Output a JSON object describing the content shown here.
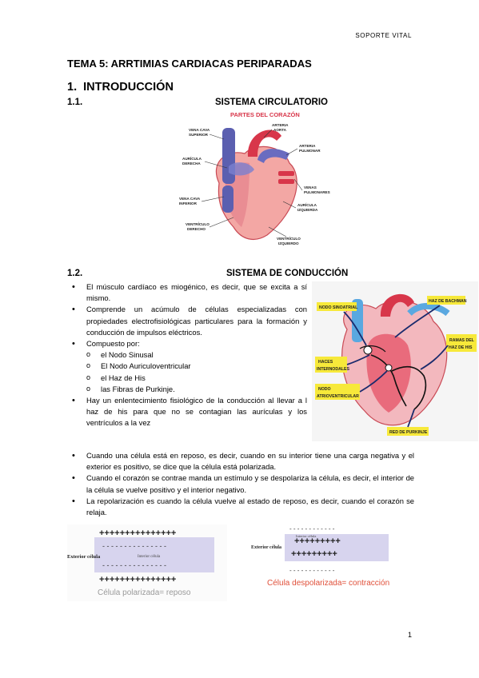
{
  "header": "SOPORTE VITAL",
  "title": "TEMA 5: ARRTIMIAS CARDIACAS PERIPARADAS",
  "section1": {
    "number": "1.",
    "title": "INTRODUCCIÓN"
  },
  "sub11": {
    "number": "1.1.",
    "title": "SISTEMA CIRCULATORIO"
  },
  "heart_fig": {
    "title": "PARTES DEL CORAZÓN",
    "labels": {
      "vena_cava_sup_1": "VENA CAVA",
      "vena_cava_sup_2": "SUPERIOR",
      "arteria_aorta_1": "ARTERIA",
      "arteria_aorta_2": "AORTA",
      "arteria_pulm_1": "ARTERIA",
      "arteria_pulm_2": "PULMONAR",
      "auricula_der_1": "AURÍCULA",
      "auricula_der_2": "DERECHA",
      "venas_pulm_1": "VENAS",
      "venas_pulm_2": "PULMONARES",
      "vena_cava_inf_1": "VENA CAVA",
      "vena_cava_inf_2": "INFERIOR",
      "auricula_izq_1": "AURÍCULA",
      "auricula_izq_2": "IZQUIERDA",
      "ventriculo_der_1": "VENTRÍCULO",
      "ventriculo_der_2": "DERECHO",
      "ventriculo_izq_1": "VENTRÍCULO",
      "ventriculo_izq_2": "IZQUIERDO"
    }
  },
  "sub12": {
    "number": "1.2.",
    "title": "SISTEMA DE CONDUCCIÓN"
  },
  "conduction_items": [
    "El músculo cardíaco es miogénico, es decir, que se excita a sí mismo.",
    "Comprende un acúmulo de células especializadas con propiedades electrofisiológicas particulares para la formación y conducción de impulsos eléctricos.",
    "Compuesto por:",
    "Hay un enlentecimiento fisiológico de la conducción al llevar a l haz de his para que no se contagian las aurículas y los ventrículos a la vez"
  ],
  "components": [
    "el Nodo Sinusal",
    "El Nodo Auriculoventricular",
    "el Haz de His",
    "las Fibras de Purkinje."
  ],
  "conduction_fig": {
    "nodo_sinoatrial": "NODO SINOATRIAL",
    "haz_bachman": "HAZ DE BACHMAN",
    "ramas_1": "RAMAS DEL",
    "ramas_2": "HAZ DE HIS",
    "haces_1": "HACES",
    "haces_2": "INTERNODALES",
    "nodo_av_1": "NODO",
    "nodo_av_2": "ATRIOVENTRICULAR",
    "red_purkinje": "RED DE PURKINJE"
  },
  "polarization_items": [
    "Cuando una célula está en reposo, es decir, cuando en su interior tiene una carga negativa y el exterior es positivo, se dice que la célula está polarizada.",
    "Cuando el corazón se contrae manda un estímulo y se despolariza la célula, es decir, el interior de la célula se vuelve positivo y el interior negativo.",
    "La repolarización es cuando la célula vuelve al estado de reposo, es decir, cuando el corazón se relaja."
  ],
  "fig_polarized": {
    "plus": "+++++++++++++++",
    "minus": "- - - - - - - - - - - - - - -",
    "interior": "Interior célula",
    "exterior": "Exterior célula",
    "caption": "Célula polarizada= reposo"
  },
  "fig_depolarized": {
    "plus": "+++++++++",
    "minus": "- - - - - - - - - - - -",
    "interior": "Interior célula",
    "exterior": "Exterior célula",
    "caption": "Célula despolarizada= contracción"
  },
  "page_number": "1",
  "colors": {
    "caption_red": "#e0503a",
    "caption_gray": "#9a9a9a",
    "band": "#d7d4ee",
    "heart_red": "#d8364a",
    "heart_blue": "#5b5fb0",
    "label_box": "#f7e93a"
  }
}
